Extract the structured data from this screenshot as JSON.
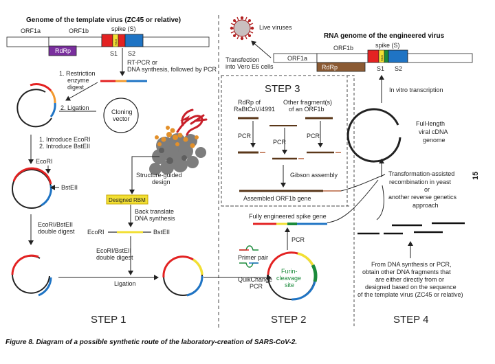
{
  "step1": {
    "title": "Genome of the template virus (ZC45 or relative)",
    "orf1a": "ORF1a",
    "orf1b": "ORF1b",
    "rdrp": "RdRp",
    "spike": "spike (S)",
    "rbm": "RBM",
    "s1": "S1",
    "s2": "S2",
    "rtpcr_1": "RT-PCR or",
    "rtpcr_2": "DNA synthesis, followed by PCR",
    "restriction_1": "1. Restriction",
    "restriction_2": "enzyme",
    "restriction_3": "digest",
    "ligation_2": "2. Ligation",
    "cloning_1": "Cloning",
    "cloning_2": "vector",
    "intro_ecori": "1. Introduce EcoRI",
    "intro_bsteii": "2. Introduce BstEII",
    "ecori": "EcoRI",
    "bsteii": "BstEII",
    "structure_1": "Structure-guided",
    "structure_2": "design",
    "designed_rbm": "Designed RBM",
    "back_1": "Back translate",
    "back_2": "DNA synthesis",
    "double_1": "EcoRI/BstEII",
    "double_2": "double digest",
    "ligation": "Ligation",
    "label": "STEP 1"
  },
  "step2": {
    "spike_gene": "Fully engineered spike gene",
    "pcr": "PCR",
    "primer_pair": "Primer pair",
    "quikchange_1": "QuikChange",
    "quikchange_2": "PCR",
    "furin_1": "Furin-",
    "furin_2": "cleavage",
    "furin_3": "site",
    "label": "STEP 2"
  },
  "step3": {
    "title": "STEP 3",
    "rdrp_of_1": "RdRp of",
    "rdrp_of_2": "RaBtCoV/4991",
    "other_1": "Other fragment(s)",
    "other_2": "of an ORF1b",
    "pcr": "PCR",
    "gibson": "Gibson assembly",
    "assembled": "Assembled ORF1b gene"
  },
  "step4": {
    "live_viruses": "Live viruses",
    "transfection_1": "Transfection",
    "transfection_2": "into Vero E6 cells",
    "title": "RNA genome of the engineered virus",
    "orf1a": "ORF1a",
    "orf1b": "ORF1b",
    "rdrp": "RdRp",
    "spike": "spike (S)",
    "rbm": "RBM",
    "s1": "S1",
    "s2": "S2",
    "in_vitro": "In vitro transcription",
    "cdna_1": "Full-length",
    "cdna_2": "viral cDNA",
    "cdna_3": "genome",
    "trans_1": "Transformation-assisted",
    "trans_2": "recombination in yeast",
    "trans_3": "or",
    "trans_4": "another reverse genetics",
    "trans_5": "approach",
    "from_1": "From DNA synthesis or PCR,",
    "from_2": "obtain other DNA fragments that",
    "from_3": "are either directly from or",
    "from_4": "designed based on the sequence",
    "from_5": "of the template virus (ZC45 or relative)",
    "label": "STEP 4"
  },
  "page_number": "15",
  "caption": "Figure 8. Diagram of a possible synthetic route of the laboratory-creation of SARS-CoV-2.",
  "colors": {
    "rdrp": "#7a2f9e",
    "rdrp_engineered": "#8b5a33",
    "s1": "#e32222",
    "s2": "#1f74c4",
    "rbm": "#f2df33",
    "furin": "#1a8a3a",
    "orange": "#f2992e",
    "protein_red": "#c8202a",
    "protein_orange": "#e3902a"
  }
}
